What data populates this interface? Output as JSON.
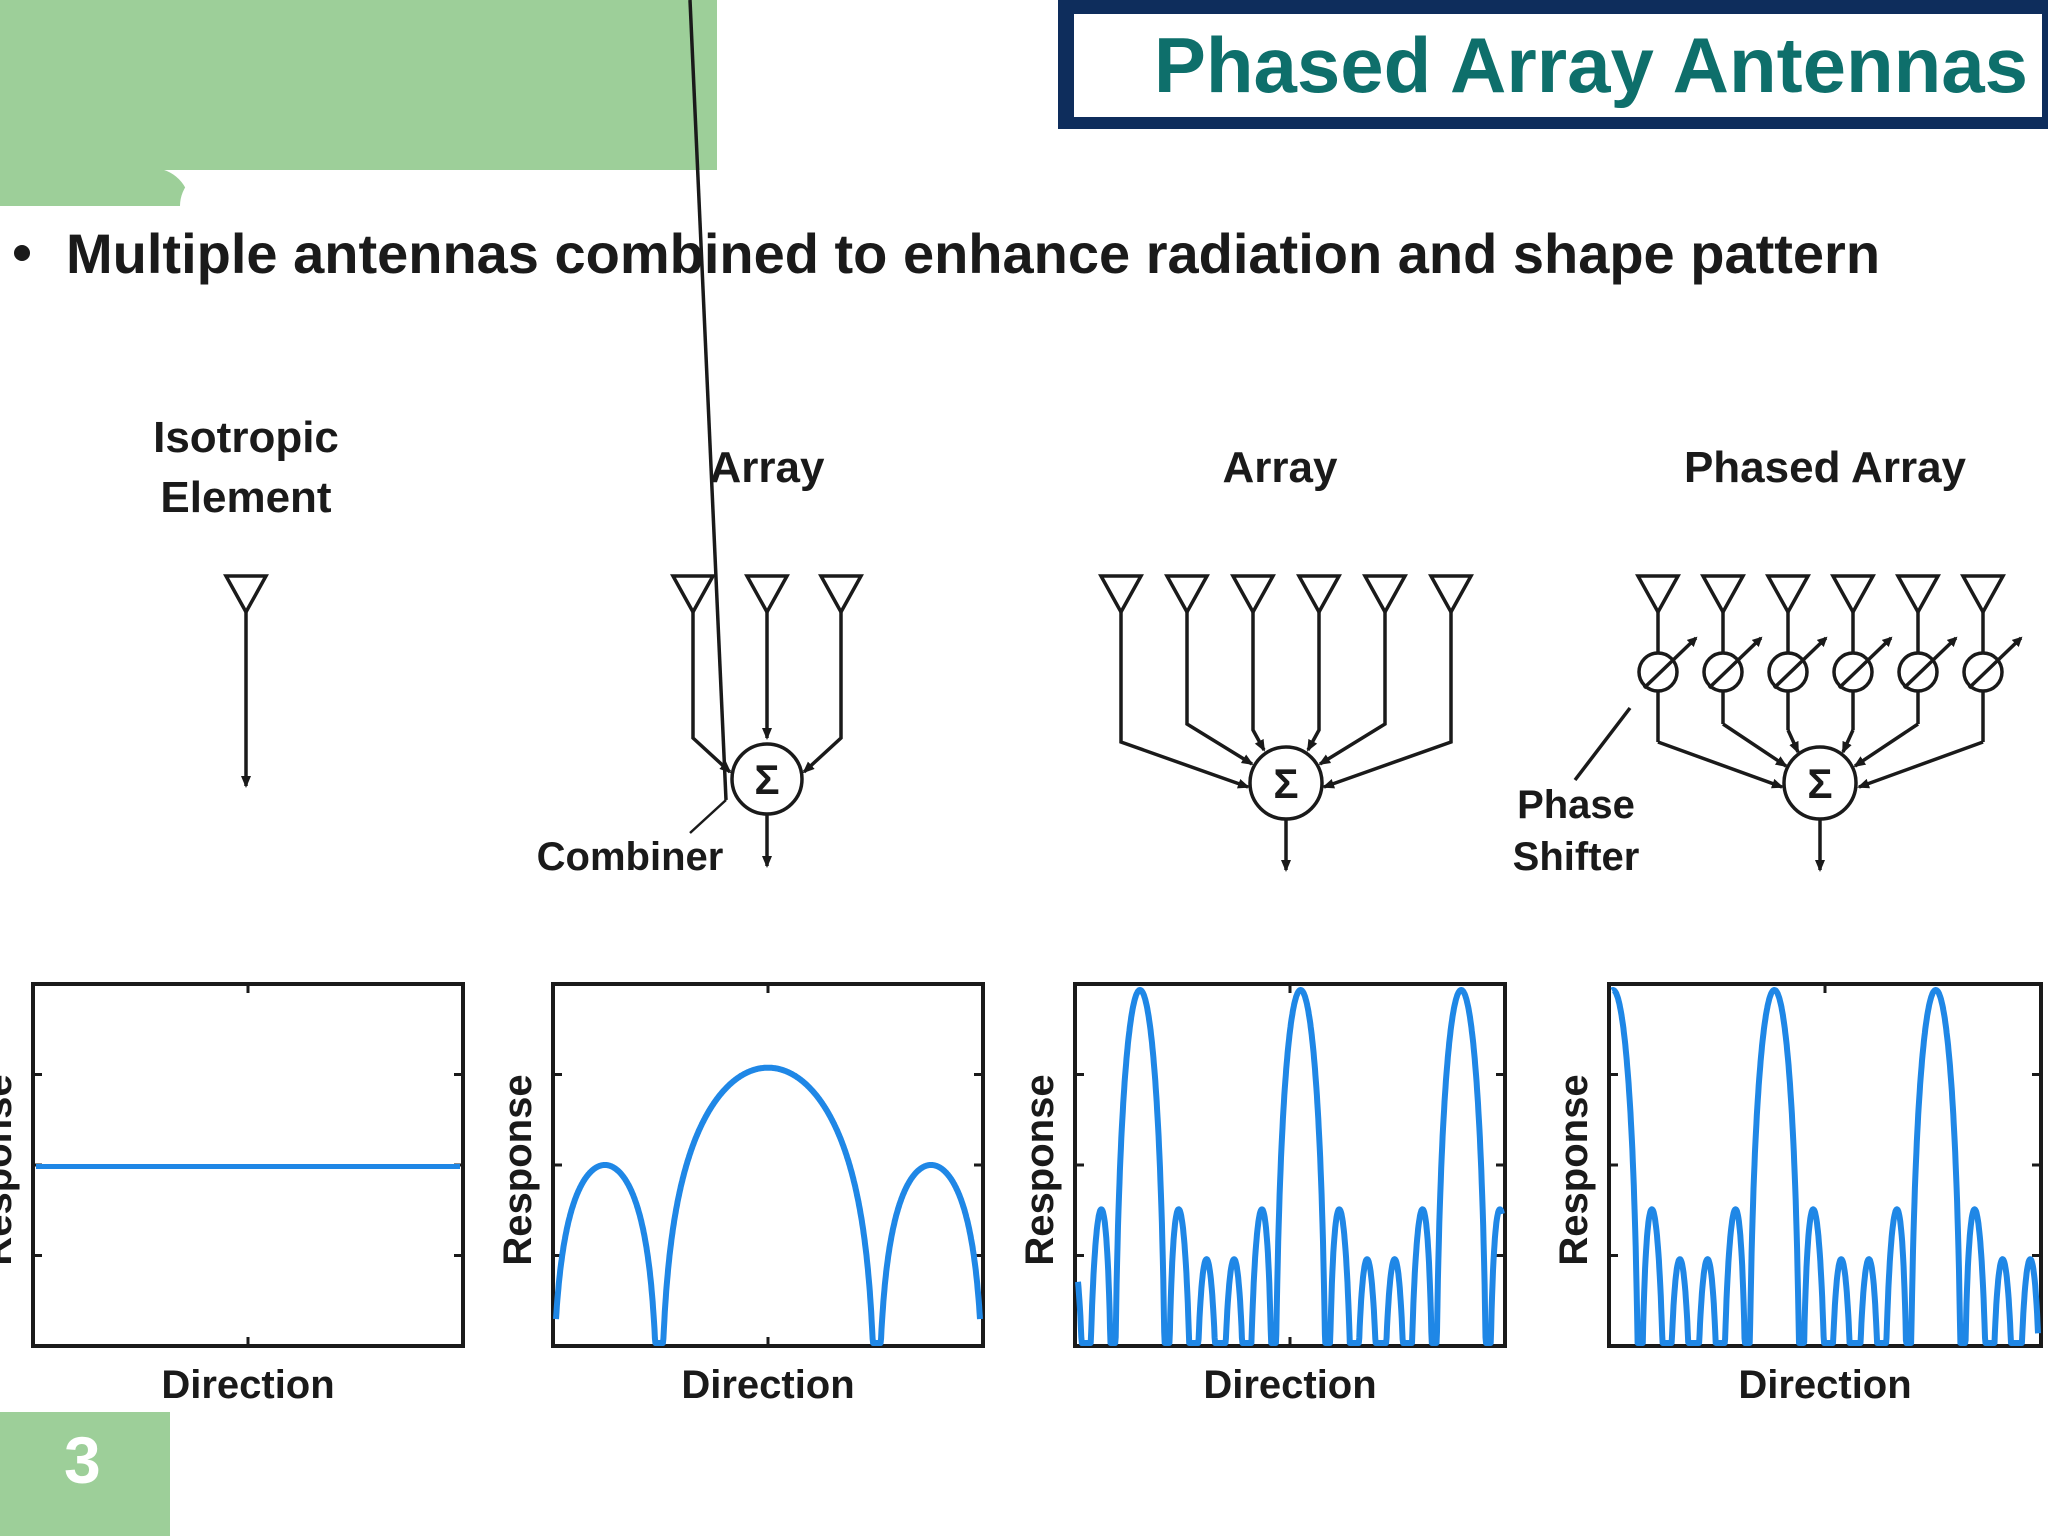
{
  "slide": {
    "title": "Phased Array Antennas",
    "bullet": "Multiple antennas combined to enhance radiation and shape pattern",
    "page_number": "3"
  },
  "colors": {
    "accent_green": "#9dcf99",
    "title_border": "#0e2d5c",
    "title_text": "#0e6f6b",
    "pattern_blue": "#1f87e6"
  },
  "diagrams": [
    {
      "title_lines": [
        "Isotropic",
        "Element"
      ],
      "antenna_count": 1,
      "has_combiner": false,
      "has_phase_shifters": false
    },
    {
      "title_lines": [
        "Array"
      ],
      "antenna_count": 3,
      "has_combiner": true,
      "has_phase_shifters": false,
      "label_lines": [
        "Combiner"
      ]
    },
    {
      "title_lines": [
        "Array"
      ],
      "antenna_count": 6,
      "has_combiner": true,
      "has_phase_shifters": false
    },
    {
      "title_lines": [
        "Phased Array"
      ],
      "antenna_count": 6,
      "has_combiner": true,
      "has_phase_shifters": true,
      "label_lines": [
        "Phase",
        "Shifter"
      ]
    }
  ],
  "symbols": {
    "sum": "Σ"
  },
  "plots": [
    {
      "xlabel": "Direction",
      "ylabel": "Response",
      "pattern": "flat"
    },
    {
      "xlabel": "Direction",
      "ylabel": "Response",
      "pattern": "array3"
    },
    {
      "xlabel": "Direction",
      "ylabel": "Response",
      "pattern": "array6"
    },
    {
      "xlabel": "Direction",
      "ylabel": "Response",
      "pattern": "array6-steered"
    }
  ]
}
